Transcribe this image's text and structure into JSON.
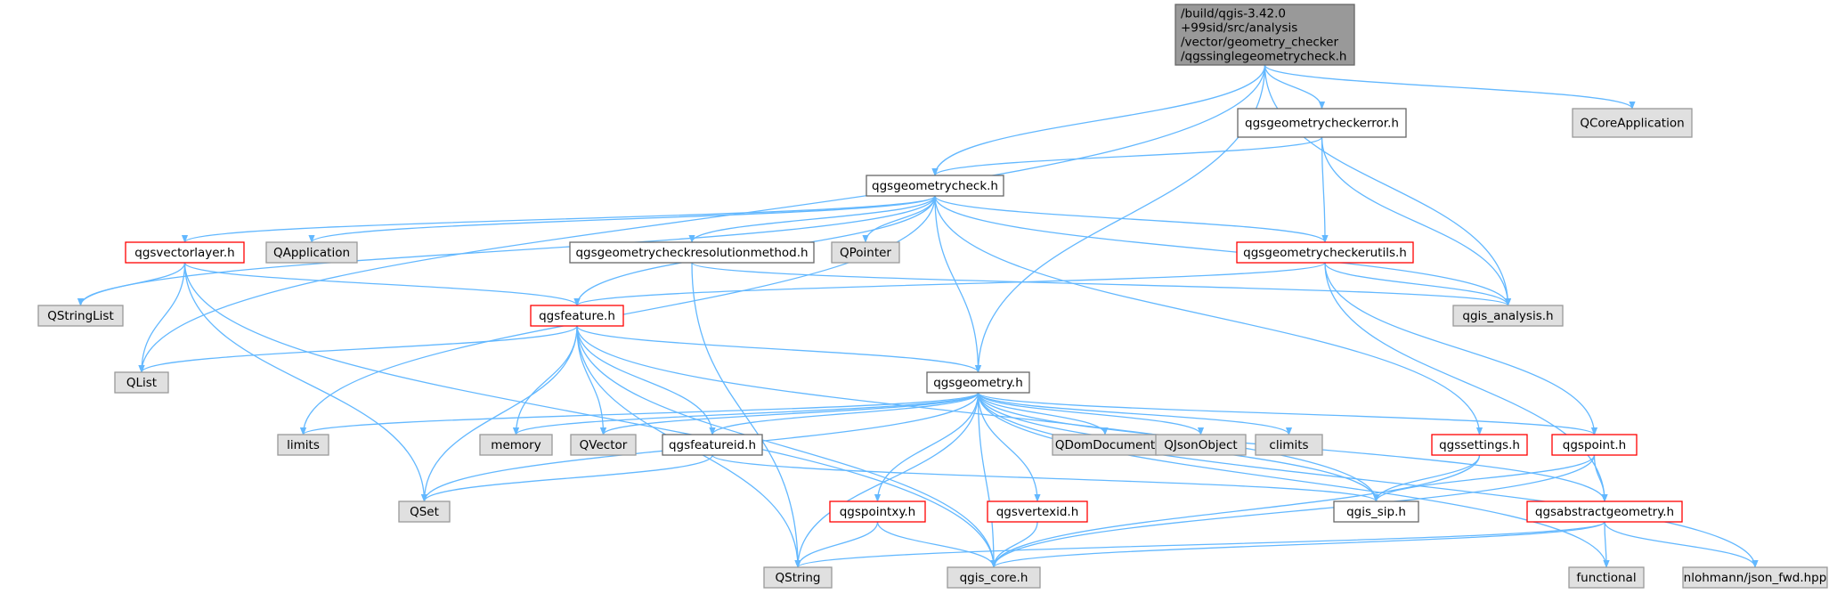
{
  "colors": {
    "edge": "#63b8ff",
    "root_fill": "#999999",
    "root_stroke": "#666666",
    "documented_fill": "#ffffff",
    "documented_stroke": "#666666",
    "incomplete_stroke": "#ff0000",
    "external_fill": "#e0e0e0",
    "external_stroke": "#999999"
  },
  "nodes": [
    {
      "id": "root",
      "kind": "root",
      "lines": [
        "/build/qgis-3.42.0",
        "+99sid/src/analysis",
        "/vector/geometry_checker",
        "/qgssinglegeometrycheck.h"
      ]
    },
    {
      "id": "qgsgeometrycheckerror",
      "kind": "documented",
      "lines": [
        "qgsgeometrycheckerror.h"
      ]
    },
    {
      "id": "qcoreapplication",
      "kind": "external",
      "lines": [
        "QCoreApplication"
      ]
    },
    {
      "id": "qgsgeometrycheck",
      "kind": "documented",
      "lines": [
        "qgsgeometrycheck.h"
      ]
    },
    {
      "id": "qgsvectorlayer",
      "kind": "incomplete",
      "lines": [
        "qgsvectorlayer.h"
      ]
    },
    {
      "id": "qapplication",
      "kind": "external",
      "lines": [
        "QApplication"
      ]
    },
    {
      "id": "qgsgeometrycheckresolutionmethod",
      "kind": "documented",
      "lines": [
        "qgsgeometrycheckresolutionmethod.h"
      ]
    },
    {
      "id": "qpointer",
      "kind": "external",
      "lines": [
        "QPointer"
      ]
    },
    {
      "id": "qgsgeometrycheckerutils",
      "kind": "incomplete",
      "lines": [
        "qgsgeometrycheckerutils.h"
      ]
    },
    {
      "id": "qstringlist",
      "kind": "external",
      "lines": [
        "QStringList"
      ]
    },
    {
      "id": "qgsfeature",
      "kind": "incomplete",
      "lines": [
        "qgsfeature.h"
      ]
    },
    {
      "id": "qgis_analysis",
      "kind": "external",
      "lines": [
        "qgis_analysis.h"
      ]
    },
    {
      "id": "qlist",
      "kind": "external",
      "lines": [
        "QList"
      ]
    },
    {
      "id": "qgsgeometry",
      "kind": "documented",
      "lines": [
        "qgsgeometry.h"
      ]
    },
    {
      "id": "limits",
      "kind": "external",
      "lines": [
        "limits"
      ]
    },
    {
      "id": "memory",
      "kind": "external",
      "lines": [
        "memory"
      ]
    },
    {
      "id": "qvector",
      "kind": "external",
      "lines": [
        "QVector"
      ]
    },
    {
      "id": "qgsfeatureid",
      "kind": "documented",
      "lines": [
        "qgsfeatureid.h"
      ]
    },
    {
      "id": "qdomdocument",
      "kind": "external",
      "lines": [
        "QDomDocument"
      ]
    },
    {
      "id": "qjsonobject",
      "kind": "external",
      "lines": [
        "QJsonObject"
      ]
    },
    {
      "id": "climits",
      "kind": "external",
      "lines": [
        "climits"
      ]
    },
    {
      "id": "qgssettings",
      "kind": "incomplete",
      "lines": [
        "qgssettings.h"
      ]
    },
    {
      "id": "qgspoint",
      "kind": "incomplete",
      "lines": [
        "qgspoint.h"
      ]
    },
    {
      "id": "qset",
      "kind": "external",
      "lines": [
        "QSet"
      ]
    },
    {
      "id": "qgis_sip",
      "kind": "documented",
      "lines": [
        "qgis_sip.h"
      ]
    },
    {
      "id": "qgspointxy",
      "kind": "incomplete",
      "lines": [
        "qgspointxy.h"
      ]
    },
    {
      "id": "qgsvertexid",
      "kind": "incomplete",
      "lines": [
        "qgsvertexid.h"
      ]
    },
    {
      "id": "qgsabstractgeometry",
      "kind": "incomplete",
      "lines": [
        "qgsabstractgeometry.h"
      ]
    },
    {
      "id": "qstring",
      "kind": "external",
      "lines": [
        "QString"
      ]
    },
    {
      "id": "qgis_core",
      "kind": "external",
      "lines": [
        "qgis_core.h"
      ]
    },
    {
      "id": "functional",
      "kind": "external",
      "lines": [
        "functional"
      ]
    },
    {
      "id": "nlohmann_json_fwd",
      "kind": "external",
      "lines": [
        "nlohmann/json_fwd.hpp"
      ]
    }
  ],
  "edges": [
    [
      "root",
      "qlist"
    ],
    [
      "root",
      "qgsgeometrycheck"
    ],
    [
      "root",
      "qgsgeometry"
    ],
    [
      "root",
      "qgsgeometrycheckerror"
    ],
    [
      "root",
      "qgis_analysis"
    ],
    [
      "root",
      "qcoreapplication"
    ],
    [
      "qgsgeometrycheckerror",
      "qgsgeometrycheck"
    ],
    [
      "qgsgeometrycheckerror",
      "qgsgeometrycheckerutils"
    ],
    [
      "qgsgeometrycheckerror",
      "qgis_analysis"
    ],
    [
      "qgsgeometrycheck",
      "qgsvectorlayer"
    ],
    [
      "qgsgeometrycheck",
      "qapplication"
    ],
    [
      "qgsgeometrycheck",
      "qgsgeometrycheckresolutionmethod"
    ],
    [
      "qgsgeometrycheck",
      "qpointer"
    ],
    [
      "qgsgeometrycheck",
      "qgsgeometrycheckerutils"
    ],
    [
      "qgsgeometrycheck",
      "qstringlist"
    ],
    [
      "qgsgeometrycheck",
      "qgsfeature"
    ],
    [
      "qgsgeometrycheck",
      "qgis_analysis"
    ],
    [
      "qgsgeometrycheck",
      "limits"
    ],
    [
      "qgsgeometrycheck",
      "qgsgeometry"
    ],
    [
      "qgsgeometrycheck",
      "qgssettings"
    ],
    [
      "qgsvectorlayer",
      "qstringlist"
    ],
    [
      "qgsvectorlayer",
      "qlist"
    ],
    [
      "qgsvectorlayer",
      "qgsfeature"
    ],
    [
      "qgsvectorlayer",
      "qset"
    ],
    [
      "qgsvectorlayer",
      "qgis_core"
    ],
    [
      "qgsgeometrycheckresolutionmethod",
      "qstring"
    ],
    [
      "qgsgeometrycheckresolutionmethod",
      "qgis_analysis"
    ],
    [
      "qgsgeometrycheckerutils",
      "qgsfeature"
    ],
    [
      "qgsgeometrycheckerutils",
      "qgis_analysis"
    ],
    [
      "qgsgeometrycheckerutils",
      "qgspoint"
    ],
    [
      "qgsgeometrycheckerutils",
      "qgsabstractgeometry"
    ],
    [
      "qgsfeature",
      "qlist"
    ],
    [
      "qgsfeature",
      "qgsgeometry"
    ],
    [
      "qgsfeature",
      "memory"
    ],
    [
      "qgsfeature",
      "qvector"
    ],
    [
      "qgsfeature",
      "qgsfeatureid"
    ],
    [
      "qgsfeature",
      "qset"
    ],
    [
      "qgsfeature",
      "qstring"
    ],
    [
      "qgsfeature",
      "qgis_core"
    ],
    [
      "qgsfeature",
      "qgis_sip"
    ],
    [
      "qgsgeometry",
      "limits"
    ],
    [
      "qgsgeometry",
      "memory"
    ],
    [
      "qgsgeometry",
      "qvector"
    ],
    [
      "qgsgeometry",
      "qgsfeatureid"
    ],
    [
      "qgsgeometry",
      "qdomdocument"
    ],
    [
      "qgsgeometry",
      "qjsonobject"
    ],
    [
      "qgsgeometry",
      "climits"
    ],
    [
      "qgsgeometry",
      "qgspoint"
    ],
    [
      "qgsgeometry",
      "qset"
    ],
    [
      "qgsgeometry",
      "qgis_sip"
    ],
    [
      "qgsgeometry",
      "qgspointxy"
    ],
    [
      "qgsgeometry",
      "qgsvertexid"
    ],
    [
      "qgsgeometry",
      "qgsabstractgeometry"
    ],
    [
      "qgsgeometry",
      "qstring"
    ],
    [
      "qgsgeometry",
      "qgis_core"
    ],
    [
      "qgsgeometry",
      "functional"
    ],
    [
      "qgsgeometry",
      "nlohmann_json_fwd"
    ],
    [
      "qgsfeatureid",
      "qset"
    ],
    [
      "qgsfeatureid",
      "qgis_sip"
    ],
    [
      "qgssettings",
      "qgis_sip"
    ],
    [
      "qgssettings",
      "qgis_core"
    ],
    [
      "qgspoint",
      "qgis_sip"
    ],
    [
      "qgspoint",
      "qgsabstractgeometry"
    ],
    [
      "qgspoint",
      "qgis_core"
    ],
    [
      "qgspointxy",
      "qstring"
    ],
    [
      "qgspointxy",
      "qgis_core"
    ],
    [
      "qgsvertexid",
      "qgis_core"
    ],
    [
      "qgsabstractgeometry",
      "qstring"
    ],
    [
      "qgsabstractgeometry",
      "qgis_core"
    ],
    [
      "qgsabstractgeometry",
      "functional"
    ],
    [
      "qgsabstractgeometry",
      "nlohmann_json_fwd"
    ]
  ]
}
